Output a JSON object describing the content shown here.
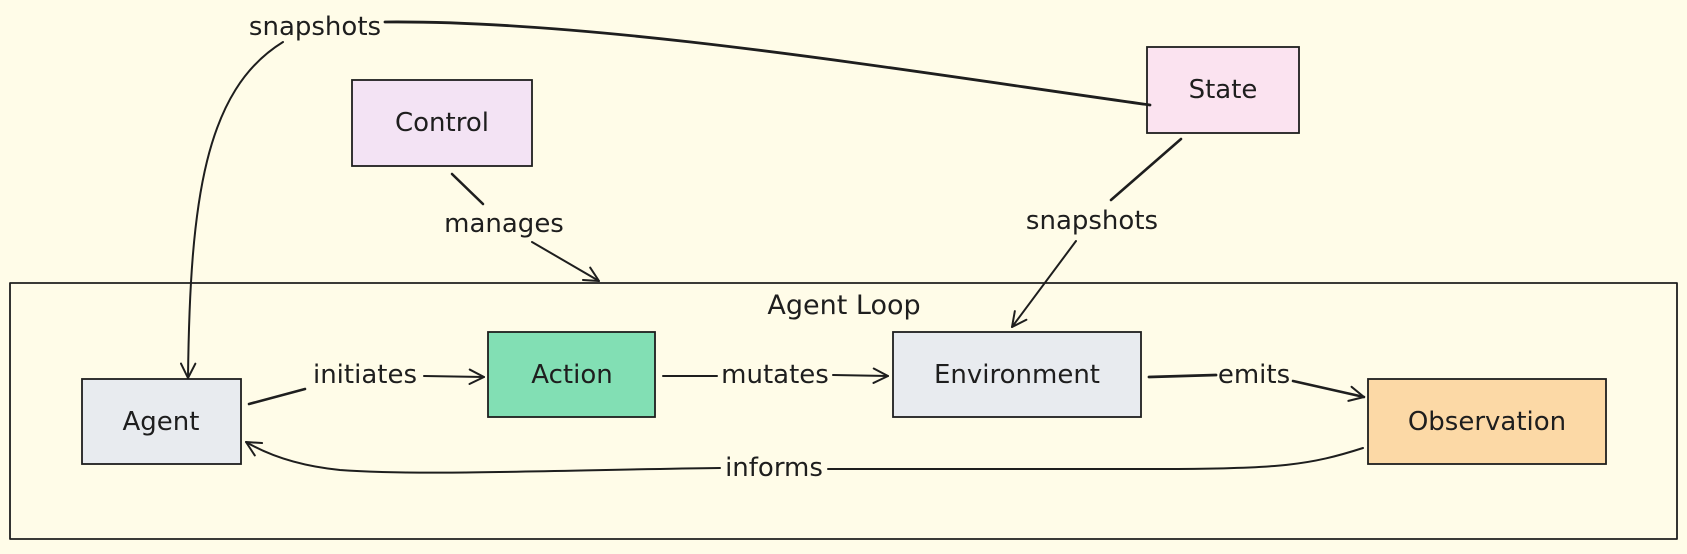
{
  "colors": {
    "background": "#fffce8",
    "stroke": "#1e1e1e",
    "control_fill": "#f3e3f4",
    "state_fill": "#fbe3f0",
    "agent_fill": "#e8ebef",
    "action_fill": "#82dfb4",
    "environment_fill": "#e8ebef",
    "observation_fill": "#fcd9a6"
  },
  "group": {
    "label": "Agent Loop"
  },
  "nodes": {
    "control": "Control",
    "state": "State",
    "agent": "Agent",
    "action": "Action",
    "environment": "Environment",
    "observation": "Observation"
  },
  "edges": {
    "state_to_agent": "snapshots",
    "state_to_environment": "snapshots",
    "control_to_loop": "manages",
    "agent_to_action": "initiates",
    "action_to_environment": "mutates",
    "environment_to_observation": "emits",
    "observation_to_agent": "informs"
  }
}
